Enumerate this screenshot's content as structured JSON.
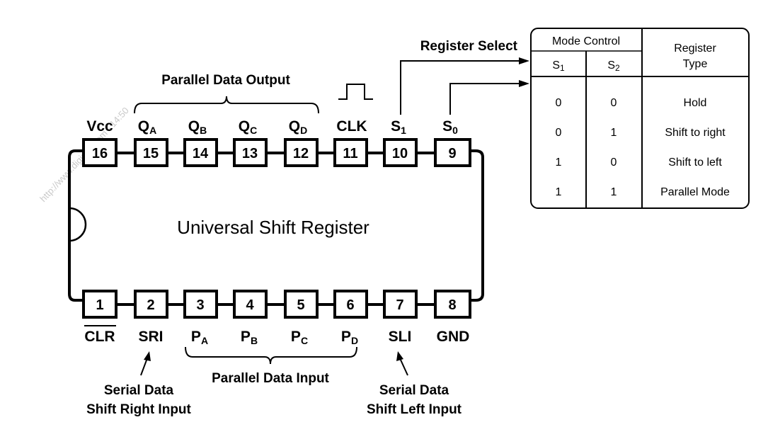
{
  "chip": {
    "title": "Universal Shift Register",
    "top_pins": [
      {
        "num": "16",
        "label": "Vcc"
      },
      {
        "num": "15",
        "label": "Q",
        "sub": "A"
      },
      {
        "num": "14",
        "label": "Q",
        "sub": "B"
      },
      {
        "num": "13",
        "label": "Q",
        "sub": "C"
      },
      {
        "num": "12",
        "label": "Q",
        "sub": "D"
      },
      {
        "num": "11",
        "label": "CLK"
      },
      {
        "num": "10",
        "label": "S",
        "sub": "1"
      },
      {
        "num": "9",
        "label": "S",
        "sub": "0"
      }
    ],
    "bottom_pins": [
      {
        "num": "1",
        "label": "CLR"
      },
      {
        "num": "2",
        "label": "SRI"
      },
      {
        "num": "3",
        "label": "P",
        "sub": "A"
      },
      {
        "num": "4",
        "label": "P",
        "sub": "B"
      },
      {
        "num": "5",
        "label": "P",
        "sub": "C"
      },
      {
        "num": "6",
        "label": "P",
        "sub": "D"
      },
      {
        "num": "7",
        "label": "SLI"
      },
      {
        "num": "8",
        "label": "GND"
      }
    ]
  },
  "annotations": {
    "parallel_output": "Parallel Data Output",
    "parallel_input": "Parallel Data Input",
    "register_select": "Register Select",
    "serial_right_line1": "Serial Data",
    "serial_right_line2": "Shift Right Input",
    "serial_left_line1": "Serial Data",
    "serial_left_line2": "Shift Left Input"
  },
  "mode_table": {
    "mode_control": "Mode Control",
    "register_type_line1": "Register",
    "register_type_line2": "Type",
    "col_s1": "S",
    "col_s1_sub": "1",
    "col_s2": "S",
    "col_s2_sub": "2",
    "rows": [
      {
        "s1": "0",
        "s2": "0",
        "type": "Hold"
      },
      {
        "s1": "0",
        "s2": "1",
        "type": "Shift to right"
      },
      {
        "s1": "1",
        "s2": "0",
        "type": "Shift to left"
      },
      {
        "s1": "1",
        "s2": "1",
        "type": "Parallel Mode"
      }
    ]
  },
  "watermark": "http://www.digisoft.com - 14:50"
}
